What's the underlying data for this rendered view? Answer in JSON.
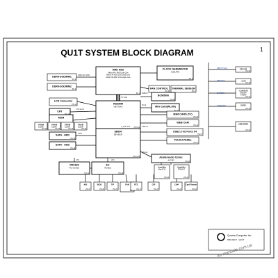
{
  "title": "QU1T SYSTEM BLOCK DIAGRAM",
  "page_number": "1",
  "blocks": [
    {
      "id": "cpu",
      "label": "AMD AM2",
      "sub": [
        "Athlon 64 / AM2 Dual Core",
        "Athlon 64 AM2 1.8G Dual Core",
        "Athlon 64 AM2 1.6G single core"
      ],
      "pg": "PG 4"
    },
    {
      "id": "ddr2a",
      "label": "DDRII-SODIMM1",
      "pg": "PG 9"
    },
    {
      "id": "ddr2b",
      "label": "DDRII-SODIMM2",
      "pg": "PG 9"
    },
    {
      "id": "clock",
      "label": "CLOCK GENERATOR",
      "sub": [
        "ICS9LPRS"
      ],
      "pg": "PG 3"
    },
    {
      "id": "fan",
      "label": "FAN CONTROL",
      "pg": "PG 3"
    },
    {
      "id": "thermal",
      "label": "THERMAL SENSOR",
      "pg": "PG 3"
    },
    {
      "id": "lcd",
      "label": "LCD Connector",
      "pg": "PG 14"
    },
    {
      "id": "crt",
      "label": "CRT",
      "pg": "PG 14"
    },
    {
      "id": "nb",
      "label": "RS690M",
      "sub": [
        "NB/770M/X"
      ],
      "pg": "PG 6-12"
    },
    {
      "id": "mxm",
      "label": "MXM",
      "pg": "PG 10"
    },
    {
      "id": "vram1",
      "label": "VRAM",
      "sub": [
        "512Mb"
      ],
      "pg": "PG 16"
    },
    {
      "id": "vram2",
      "label": "VRAM",
      "sub": [
        "512Mb"
      ],
      "pg": "PG 16"
    },
    {
      "id": "vram3",
      "label": "VRAM",
      "sub": [
        "512Mb"
      ],
      "pg": "PG 16"
    },
    {
      "id": "vram4",
      "label": "VRAM",
      "sub": [
        "512Mb"
      ],
      "pg": "PG 16"
    },
    {
      "id": "bcm",
      "label": "BCM5906",
      "pg": "PG 25"
    },
    {
      "id": "minicard",
      "label": "Mini Card(WLAN)",
      "pg": "PG 22"
    },
    {
      "id": "m3card",
      "label": "M3M CARD (TV)",
      "pg": "PG 22"
    },
    {
      "id": "webcam",
      "label": "WEB CAM",
      "pg": "PG 22"
    },
    {
      "id": "usb",
      "label": "USB2.0 I/O Ports X4",
      "pg": "PG 27"
    },
    {
      "id": "touch",
      "label": "TOUCH PANEL",
      "pg": "PG 27"
    },
    {
      "id": "sata_hdd",
      "label": "SATA - HDD",
      "pg": "PG 19"
    },
    {
      "id": "sata_odd",
      "label": "SATA - ODD",
      "pg": "PG 19"
    },
    {
      "id": "sb",
      "label": "SB600",
      "sub": [
        "SB/UMC/H"
      ],
      "pg": "PG 13-16"
    },
    {
      "id": "audio",
      "label": "Azalia Audio Codec",
      "sub": [
        "ALC262"
      ],
      "pg": "PG 24"
    },
    {
      "id": "amp1",
      "label": "Amplifier",
      "sub": [
        "Max4710"
      ],
      "pg": "PG 24"
    },
    {
      "id": "amp2",
      "label": "Amplifier",
      "sub": [
        "TPA6017"
      ],
      "pg": "PG 24"
    },
    {
      "id": "ricoh",
      "label": "R5C833",
      "sub": [
        "PCI Interface"
      ],
      "pg": "PG 21"
    },
    {
      "id": "ec",
      "label": "EC",
      "sub": [
        "ITE 8512"
      ],
      "pg": "PG 26"
    },
    {
      "id": "kbd",
      "label": "K/B",
      "pg": "PG 27"
    },
    {
      "id": "bios",
      "label": "BIOS",
      "pg": "PG 26"
    },
    {
      "id": "tp",
      "label": "T/P",
      "pg": "PG 27"
    },
    {
      "id": "fan2",
      "label": "FAN",
      "pg": "PG 3"
    },
    {
      "id": "rtc",
      "label": "RTC",
      "pg": "PG 17"
    },
    {
      "id": "cir",
      "label": "CIR",
      "pg": "PG 27"
    },
    {
      "id": "ir1394",
      "label": "1394",
      "pg": "PG 21"
    },
    {
      "id": "cardreader",
      "label": "Card Reader",
      "pg": "PG 21"
    },
    {
      "id": "cpuvr",
      "label": "CPU VR",
      "pg": "PG 29"
    },
    {
      "id": "v12",
      "label": "+1.2V",
      "pg": "PG 30"
    },
    {
      "id": "v18",
      "label": "+1.8VSUS",
      "sub": [
        "SMDDR",
        "VTERM"
      ],
      "pg": "PG 31"
    },
    {
      "id": "v5v3",
      "label": "5V/3V",
      "pg": "PG 32"
    },
    {
      "id": "hdd",
      "label": "HDD PWR",
      "pg": "PG 33"
    }
  ],
  "bus_labels": [
    "DDRII 667 MHZ",
    "HT LINK",
    "PCI-E x16",
    "A_LINK 4X4",
    "PCI-E",
    "SATA",
    "LPC",
    "AZALIA",
    "PCI",
    "USB 2.0",
    "SMBUS"
  ],
  "right_notes": [
    "INPUT PLUS",
    "INPUT DC",
    "BATTERY",
    "CHARGER"
  ],
  "logo": {
    "company": "Quanta Computer Inc.",
    "project": "PROJECT : QU1T"
  },
  "watermark": "es-manuals.com.ua"
}
